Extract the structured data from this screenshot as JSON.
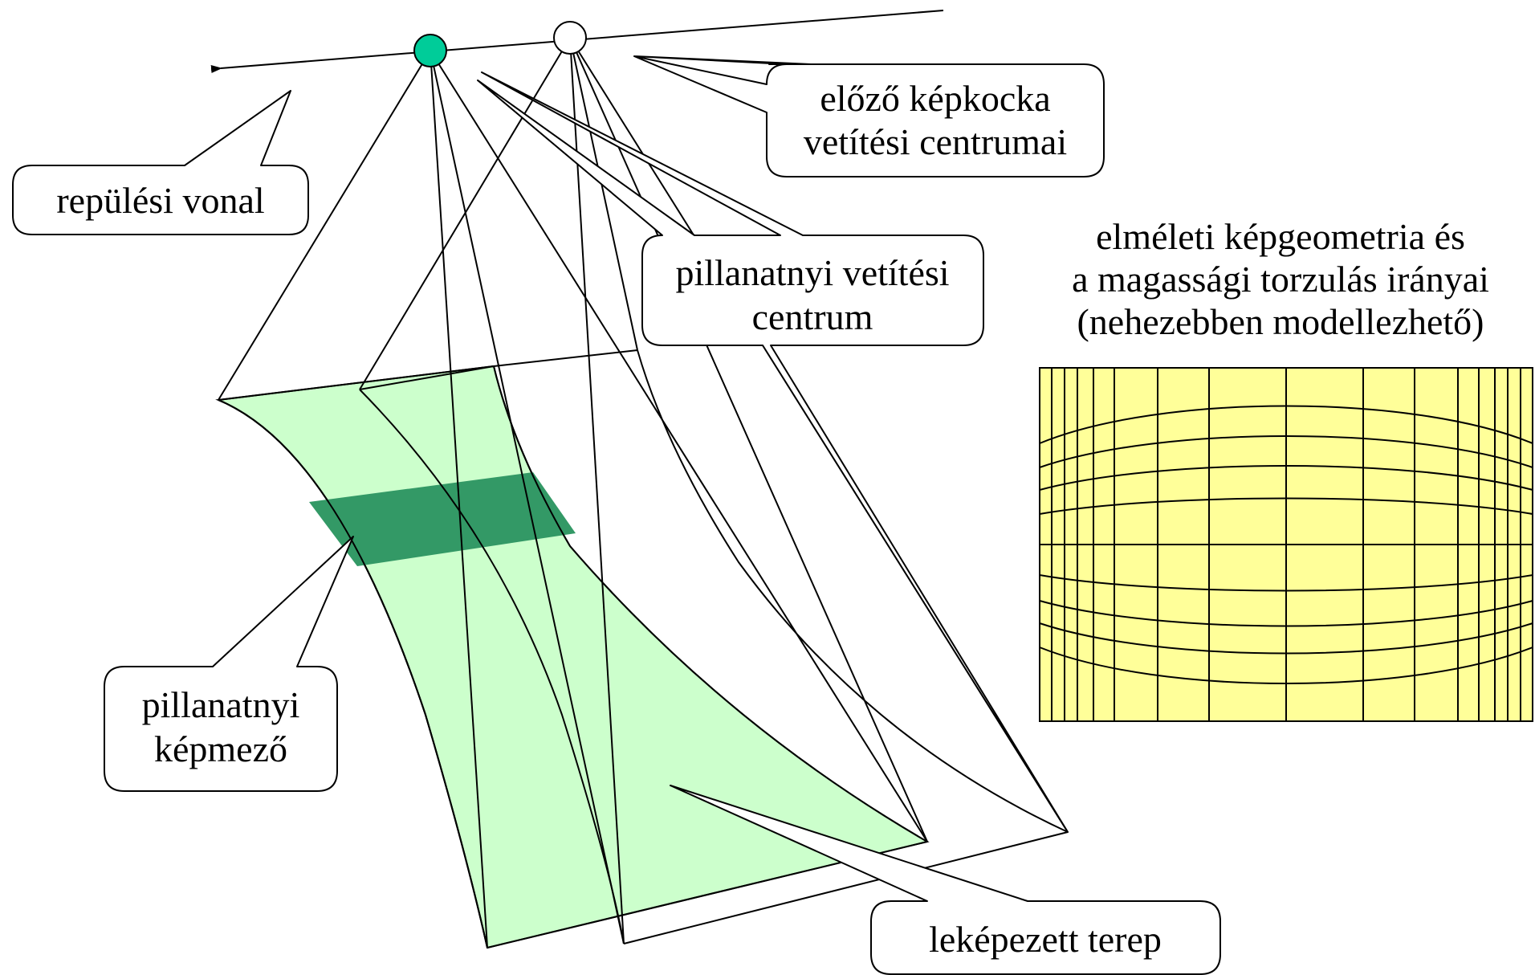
{
  "colors": {
    "terrain_fill": "#ccffcc",
    "instant_strip_fill": "#339966",
    "current_center_fill": "#00cc99",
    "previous_center_fill": "#ffffff",
    "grid_fill": "#ffff99",
    "line_color": "#000000"
  },
  "callouts": {
    "flight_line": [
      "repülési vonal"
    ],
    "previous_centers": [
      "előző képkocka",
      "vetítési centrumai"
    ],
    "instant_center": [
      "pillanatnyi vetítési",
      "centrum"
    ],
    "instant_field": [
      "pillanatnyi",
      "képmező"
    ],
    "mapped_terrain": [
      "leképezett terep"
    ]
  },
  "grid_title": [
    "elméleti képgeometria és",
    "a magassági torzulás irányai",
    "(nehezebben modellezhető)"
  ]
}
